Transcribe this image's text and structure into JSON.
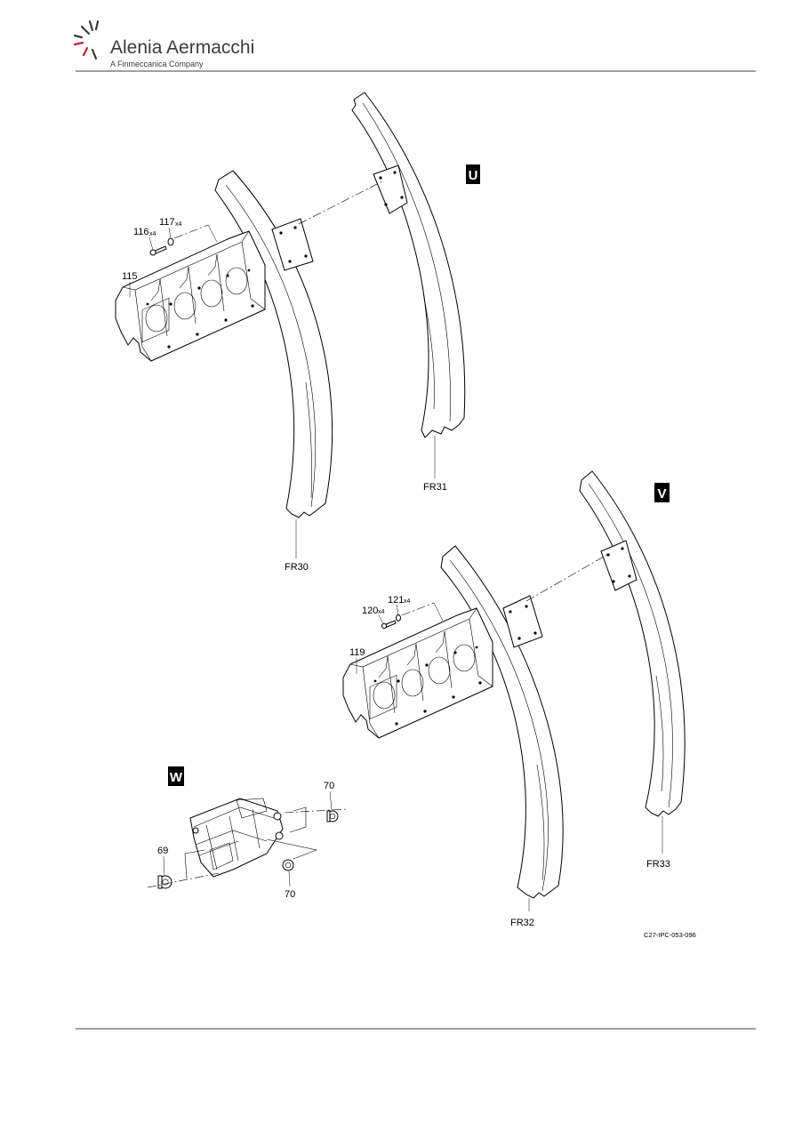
{
  "header": {
    "company": "Alenia Aermacchi",
    "tagline": "A Finmeccanica Company"
  },
  "figure": {
    "id": "C27-IPC-053-096",
    "views": [
      {
        "tag": "U",
        "callouts": [
          {
            "number": "116",
            "qty": "x4"
          },
          {
            "number": "117",
            "qty": "x4"
          },
          {
            "number": "115",
            "qty": ""
          },
          {
            "number": "FR30",
            "qty": ""
          },
          {
            "number": "FR31",
            "qty": ""
          }
        ]
      },
      {
        "tag": "V",
        "callouts": [
          {
            "number": "120",
            "qty": "x4"
          },
          {
            "number": "121",
            "qty": "x4"
          },
          {
            "number": "119",
            "qty": ""
          },
          {
            "number": "FR32",
            "qty": ""
          },
          {
            "number": "FR33",
            "qty": ""
          }
        ]
      },
      {
        "tag": "W",
        "callouts": [
          {
            "number": "70",
            "qty": ""
          },
          {
            "number": "69",
            "qty": ""
          },
          {
            "number": "70",
            "qty": ""
          }
        ]
      }
    ]
  }
}
